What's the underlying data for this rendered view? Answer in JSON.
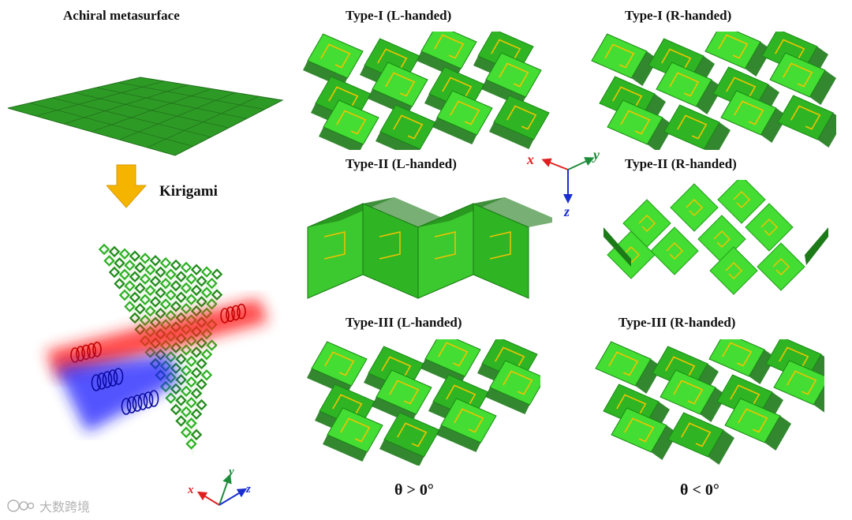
{
  "labels": {
    "achiral": "Achiral metasurface",
    "kirigami": "Kirigami",
    "type1_l": "Type-I (L-handed)",
    "type1_r": "Type-I (R-handed)",
    "type2_l": "Type-II (L-handed)",
    "type2_r": "Type-II (R-handed)",
    "type3_l": "Type-III (L-handed)",
    "type3_r": "Type-III (R-handed)",
    "theta_pos": "θ > 0°",
    "theta_neg": "θ < 0°"
  },
  "axes": {
    "x": "x",
    "y": "y",
    "z": "z"
  },
  "watermark": "大数跨境",
  "colors": {
    "panel_light": "#44dd33",
    "panel_mid": "#2fb524",
    "panel_dark": "#1d7a18",
    "ring": "#f2c200",
    "arrow": "#f5b400",
    "axis_x": "#e02020",
    "axis_y": "#1e8c3a",
    "axis_z": "#1a2fd0",
    "beam_red": "#ff1a1a",
    "beam_blue": "#1a1aff"
  }
}
